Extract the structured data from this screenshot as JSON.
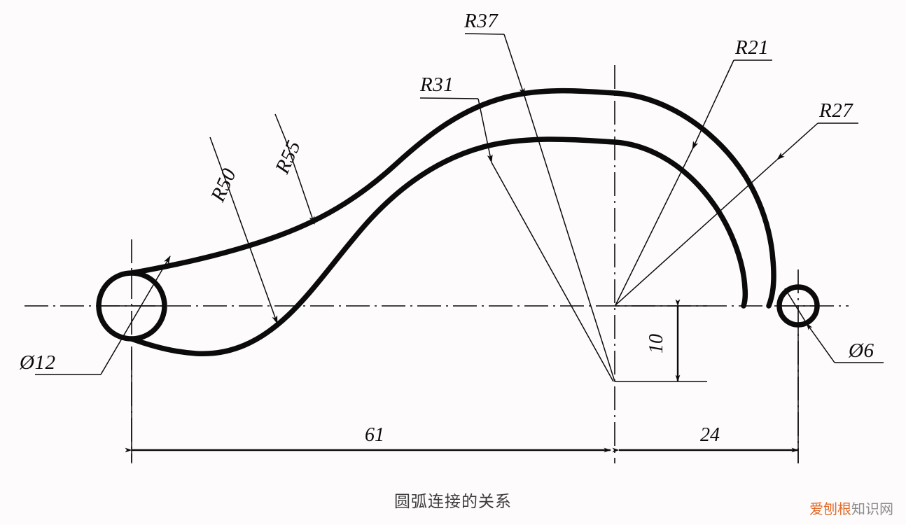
{
  "drawing": {
    "title_caption": "圆弧连接的关系",
    "background_color": "#fdfbfc",
    "line_color": "#0b0b0b",
    "radius_labels": [
      {
        "id": "r50",
        "text": "R50"
      },
      {
        "id": "r55",
        "text": "R55"
      },
      {
        "id": "r31",
        "text": "R31"
      },
      {
        "id": "r37",
        "text": "R37"
      },
      {
        "id": "r21",
        "text": "R21"
      },
      {
        "id": "r27",
        "text": "R27"
      }
    ],
    "diameter_labels": [
      {
        "id": "d12",
        "text": "Ø12"
      },
      {
        "id": "d6",
        "text": "Ø6"
      }
    ],
    "linear_dimensions": [
      {
        "id": "dim61",
        "text": "61"
      },
      {
        "id": "dim24",
        "text": "24"
      },
      {
        "id": "dim10",
        "text": "10"
      }
    ]
  },
  "watermark": {
    "accent_text": "爱刨根",
    "gray_text": "知识网",
    "accent_color": "#e06a28",
    "gray_color": "#8c8c8c"
  }
}
